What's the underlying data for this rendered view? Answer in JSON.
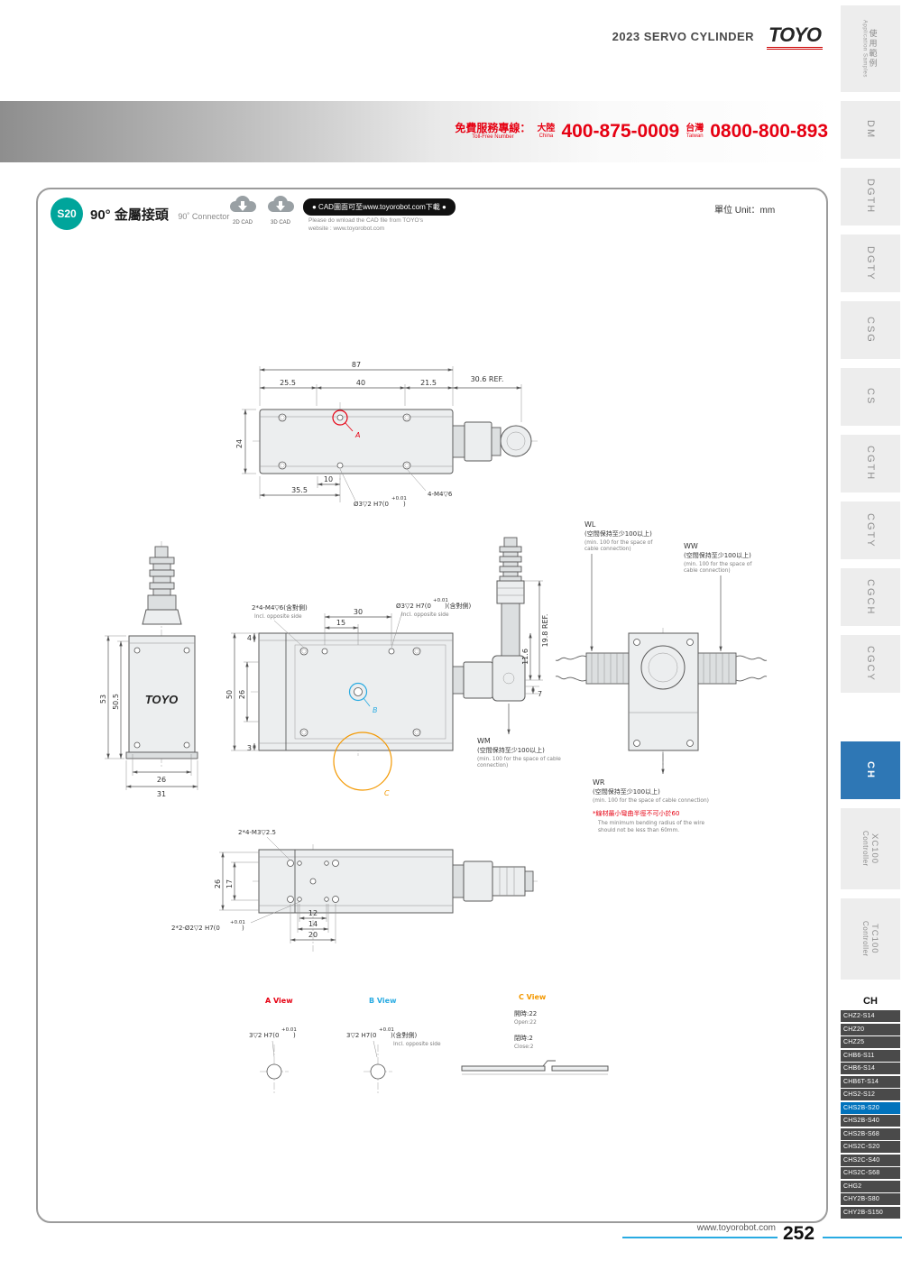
{
  "colors": {
    "accent_red": "#e60012",
    "badge_teal": "#00a59b",
    "marker_blue": "#29abe2",
    "marker_orange": "#f39800",
    "active_blue": "#0072bc"
  },
  "header": {
    "title": "2023 SERVO CYLINDER",
    "logo": "TOYO"
  },
  "tollfree": {
    "label_zh": "免費服務專線：",
    "label_en": "Toll-Free Number",
    "china_zh": "大陸",
    "china_en": "China",
    "china_number": "400-875-0009",
    "taiwan_zh": "台灣",
    "taiwan_en": "Taiwan",
    "taiwan_number": "0800-800-893"
  },
  "titlebar": {
    "badge": "S20",
    "title_zh": "90° 金屬接頭",
    "title_en": "90˚ Connector",
    "cad2d": "2D CAD",
    "cad3d": "3D CAD",
    "cad_banner": "● CAD圖面可至www.toyorobot.com下載 ●",
    "cad_sub1": "Please do wnload the CAD file from TOYO's",
    "cad_sub2": "website : www.toyorobot.com",
    "unit": "單位 Unit：mm"
  },
  "views": {
    "top": {
      "d87": "87",
      "d25_5": "25.5",
      "d40": "40",
      "d21_5": "21.5",
      "d30_6": "30.6 REF.",
      "d24": "24",
      "d10": "10",
      "d35_5": "35.5",
      "hole_pre": "Ø3▽2 H7(0",
      "hole_tol": "+0.01",
      "hole_post": ")",
      "thread": "4-M4▽6",
      "marker_a": "A"
    },
    "front": {
      "d53": "53",
      "d50_5": "50.5",
      "d26": "26",
      "d31": "31",
      "logo": "TOYO"
    },
    "plan": {
      "screws": "2*4-M4▽6(含對側)",
      "screws_en": "Incl. opposite side",
      "d30": "30",
      "d15": "15",
      "d4": "4",
      "d26": "26",
      "d50": "50",
      "d3": "3",
      "hole_pre": "Ø3▽2 H7(0",
      "hole_tol": "+0.01",
      "hole_post": ")(含對側)",
      "hole_en": "Incl. opposite side",
      "d19_8": "19.8 REF.",
      "d11_6": "11.6",
      "d7": "7",
      "marker_b": "B",
      "marker_c": "C"
    },
    "bottom": {
      "screws": "2*4-M3▽2.5",
      "d26": "26",
      "d17": "17",
      "hole_pre": "2*2-Ø2▽2 H7(0",
      "hole_tol": "+0.01",
      "hole_post": ")",
      "d12": "12",
      "d14": "14",
      "d20": "20"
    },
    "details": {
      "a_title": "A View",
      "a_pre": "3▽2 H7(0",
      "a_tol": "+0.01",
      "a_post": ")",
      "b_title": "B View",
      "b_pre": "3▽2 H7(0",
      "b_tol": "+0.01",
      "b_post": ")(含對側)",
      "b_en": "Incl. opposite side",
      "c_title": "C View",
      "c_open_zh": "開時:22",
      "c_open_en": "Open:22",
      "c_close_zh": "閉時:2",
      "c_close_en": "Close:2"
    },
    "notes": {
      "wl_t": "WL",
      "wl_zh": "(空間保持至少100以上)",
      "wl_en1": "(min. 100 for the space of",
      "wl_en2": "cable connection)",
      "ww_t": "WW",
      "ww_zh": "(空間保持至少100以上)",
      "ww_en1": "(min. 100 for the space of",
      "ww_en2": "cable connection)",
      "wm_t": "WM",
      "wm_zh": "(空間保持至少100以上)",
      "wm_en1": "(min. 100 for the space of cable",
      "wm_en2": "connection)",
      "wr_t": "WR",
      "wr_zh": "(空間保持至少100以上)",
      "wr_en1": "(min. 100 for the space of cable connection)",
      "red_zh": "*線材最小彎曲半徑不可小於60",
      "red_en1": "The minimum bending radius of the wire",
      "red_en2": "should not be less than 60mm."
    }
  },
  "sidebar": {
    "tabs": [
      {
        "zh": "使用範例",
        "en": "Application Samples"
      },
      {
        "label": "DM"
      },
      {
        "label": "DGTH"
      },
      {
        "label": "DGTY"
      },
      {
        "label": "CSG"
      },
      {
        "label": "CS"
      },
      {
        "label": "CGTH"
      },
      {
        "label": "CGTY"
      },
      {
        "label": "CGCH"
      },
      {
        "label": "CGCY"
      },
      {
        "label": "CH"
      },
      {
        "model": "XC100",
        "sub": "Controller"
      },
      {
        "model": "TC100",
        "sub": "Controller"
      }
    ]
  },
  "models": {
    "header": "CH",
    "items": [
      "CHZ2-S14",
      "CHZ20",
      "CHZ25",
      "CHB6-S11",
      "CHB6-S14",
      "CHB6T-S14",
      "CHS2-S12",
      "CHS2B-S20",
      "CHS2B-S40",
      "CHS2B-S68",
      "CHS2C-S20",
      "CHS2C-S40",
      "CHS2C-S68",
      "CHG2",
      "CHY2B-S80",
      "CHY2B-S150"
    ]
  },
  "footer": {
    "url": "www.toyorobot.com",
    "page": "252"
  }
}
